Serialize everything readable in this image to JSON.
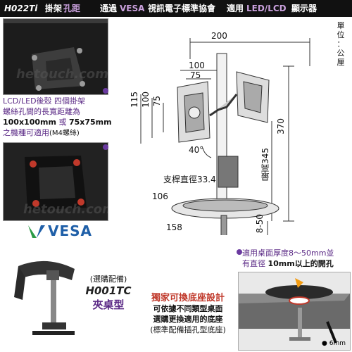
{
  "header": {
    "model": "H022Ti",
    "t1": "掛架",
    "t2": "孔距",
    "t3": "通過",
    "t4": "VESA",
    "t5": "視訊電子標準協會",
    "t6": "適用",
    "t7": "LED/LCD",
    "t8": "顯示器"
  },
  "unit": [
    "單",
    "位",
    "：",
    "公",
    "厘"
  ],
  "watermark": "hetouch.com",
  "mount_text": {
    "line1": "LCD/LED後殼 四個掛架",
    "line2": "螺絲孔間的長寬距離為",
    "line3_a": "100x100mm",
    "line3_b": "或",
    "line3_c": "75x75mm",
    "line4_a": "之機種可適用",
    "line4_b": "(M4螺絲)"
  },
  "vesa_logo": "VESA",
  "dimensions": {
    "d200": "200",
    "d100_top": "100",
    "d75_top": "75",
    "d115": "115",
    "d100_side": "100",
    "d75_side": "75",
    "d370": "370",
    "d345": "最高345",
    "angle": "40°",
    "pole": "支桿直徑33.4",
    "d106": "106",
    "d158": "158",
    "d850": "8-50"
  },
  "desk_text": {
    "line1": "適用桌面厚度8～50mm並",
    "line2_a": "有直徑",
    "line2_b": "10mm以上的開孔"
  },
  "clamp_text": {
    "optional": "(選購配備)",
    "model": "H001TC",
    "type": "夾桌型"
  },
  "base_text": {
    "title": "獨家可換底座設計",
    "line1": "可依據不同類型桌面",
    "line2": "選購更換適用的底座",
    "line3": "(標準配備插孔型底座)"
  },
  "tool_label": "6mm"
}
